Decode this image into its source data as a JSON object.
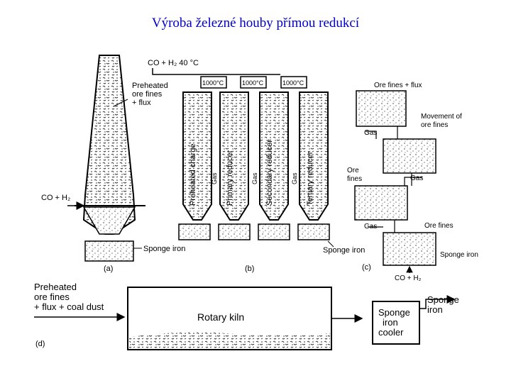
{
  "title": "Výroba železné houby  přímou redukcí",
  "shaft_a": {
    "gas_in": "CO + H₂",
    "charge": [
      "Preheated",
      "ore fines",
      "+ flux"
    ],
    "product": "Sponge iron",
    "caption": "(a)"
  },
  "reactors_b": {
    "gas_inlet": "CO + H₂  40 °C",
    "temps": [
      "1000°C",
      "1000°C",
      "1000°C"
    ],
    "columns": [
      "Preheated charge",
      "Primary reducer",
      "Secondary reducer",
      "Tertiary reducer"
    ],
    "gas": "Gas",
    "product": "Sponge iron",
    "caption": "(b)"
  },
  "fluidbed_c": {
    "feed": "Ore fines + flux",
    "movement": [
      "Movement of",
      "ore fines"
    ],
    "gas": "Gas",
    "ore_fines": [
      "Ore",
      "fines"
    ],
    "ore_fines_single": "Ore fines",
    "product": "Sponge iron",
    "gas_in": "CO + H₂",
    "caption": "(c)"
  },
  "kiln_d": {
    "feed": [
      "Preheated",
      "ore fines",
      "+ flux + coal dust"
    ],
    "kiln": "Rotary kiln",
    "cooler": [
      "Sponge",
      "iron",
      "cooler"
    ],
    "product": [
      "Sponge",
      "iron"
    ],
    "caption": "(d)"
  }
}
